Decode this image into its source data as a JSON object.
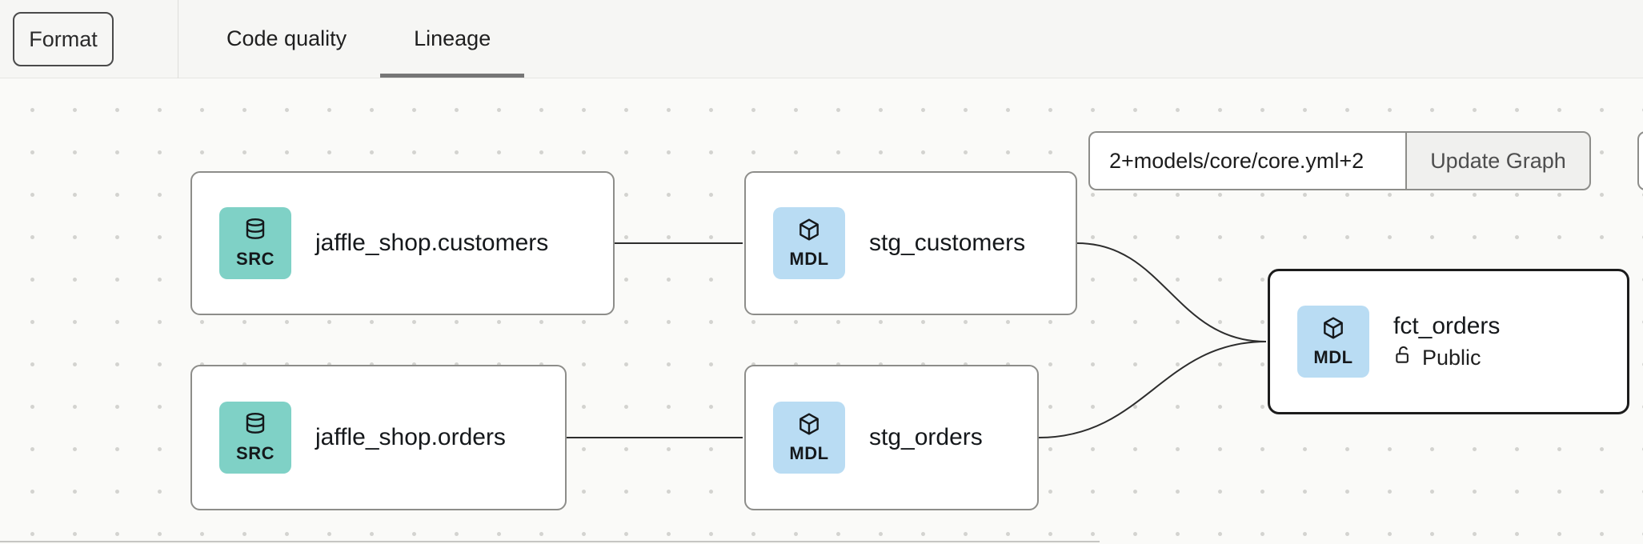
{
  "header": {
    "format_button": "Format",
    "tabs": [
      {
        "label": "Code quality",
        "active": false
      },
      {
        "label": "Lineage",
        "active": true
      }
    ]
  },
  "lineage_controls": {
    "selector_value": "2+models/core/core.yml+2",
    "update_button": "Update Graph"
  },
  "graph": {
    "nodes": [
      {
        "label": "jaffle_shop.customers",
        "type": "SRC",
        "kind": "source",
        "selected": false
      },
      {
        "label": "stg_customers",
        "type": "MDL",
        "kind": "model",
        "selected": false
      },
      {
        "label": "jaffle_shop.orders",
        "type": "SRC",
        "kind": "source",
        "selected": false
      },
      {
        "label": "stg_orders",
        "type": "MDL",
        "kind": "model",
        "selected": false
      },
      {
        "label": "fct_orders",
        "type": "MDL",
        "kind": "model",
        "selected": true,
        "access": "Public"
      }
    ],
    "edges": [
      {
        "from": "jaffle_shop.customers",
        "to": "stg_customers"
      },
      {
        "from": "jaffle_shop.orders",
        "to": "stg_orders"
      },
      {
        "from": "stg_customers",
        "to": "fct_orders"
      },
      {
        "from": "stg_orders",
        "to": "fct_orders"
      }
    ],
    "colors": {
      "source_badge": "#7fd1c6",
      "model_badge": "#b9dcf3",
      "selected_border": "#1c1c1c",
      "edge": "#2d2d2d"
    }
  }
}
